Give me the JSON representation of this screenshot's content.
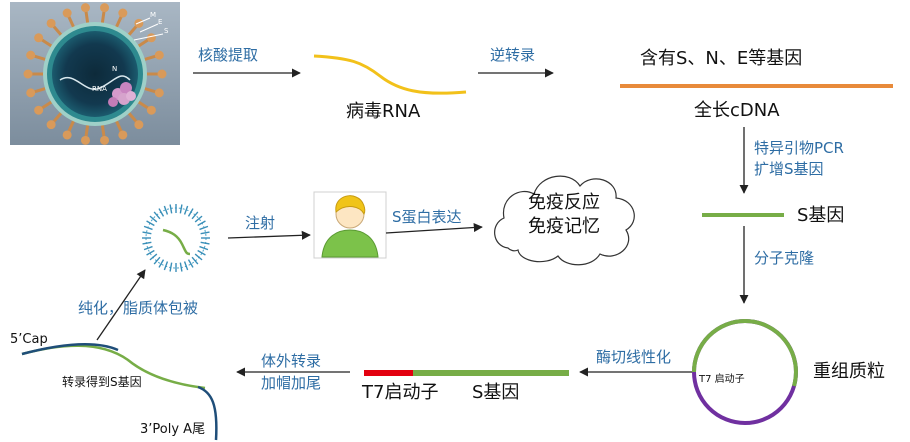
{
  "steps": {
    "extract": "核酸提取",
    "reverse_transcription": "逆转录",
    "pcr_line1": "特异引物PCR",
    "pcr_line2": "扩增S基因",
    "cloning": "分子克隆",
    "linearize": "酶切线性化",
    "ivt_line1": "体外转录",
    "ivt_line2": "加帽加尾",
    "purify": "纯化，脂质体包被",
    "inject": "注射",
    "express": "S蛋白表达"
  },
  "nodes": {
    "viral_rna": "病毒RNA",
    "genes_note": "含有S、N、E等基因",
    "full_cdna": "全长cDNA",
    "s_gene": "S基因",
    "plasmid": "重组质粒",
    "t7_promoter_in_plasmid": "T7 启动子",
    "t7_promoter": "T7启动子",
    "s_gene_linear": "S基因",
    "cap": "5’Cap",
    "transcript": "转录得到S基因",
    "poly_a": "3’Poly A尾",
    "cloud_line1": "免疫反应",
    "cloud_line2": "免疫记忆"
  },
  "virus_labels": {
    "rna": "RNA",
    "n": "N",
    "m": "M",
    "e": "E",
    "s": "S"
  },
  "colors": {
    "arrow_label": "#2e6da4",
    "rna_curve": "#f2c11a",
    "cdna_bar": "#e88a3a",
    "gene_green": "#77ad47",
    "promoter_red": "#e3000f",
    "plasmid_purple": "#7030a0",
    "mrna_blue": "#1f4e79",
    "person_green": "#7cc24a",
    "hair": "#f0c419"
  }
}
